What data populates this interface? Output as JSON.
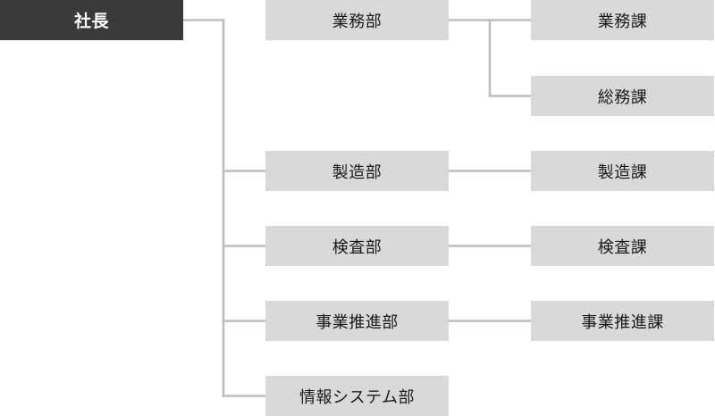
{
  "colors": {
    "root_fill": "#3a3a3a",
    "root_text": "#ffffff",
    "node_fill": "#d9d9d9",
    "node_text": "#1a1a1a",
    "connector": "#bdbdbd"
  },
  "root": {
    "label": "社長"
  },
  "departments": [
    {
      "label": "業務部",
      "sections": [
        "業務課",
        "総務課"
      ]
    },
    {
      "label": "製造部",
      "sections": [
        "製造課"
      ]
    },
    {
      "label": "検査部",
      "sections": [
        "検査課"
      ]
    },
    {
      "label": "事業推進部",
      "sections": [
        "事業推進課"
      ]
    },
    {
      "label": "情報システム部",
      "sections": []
    }
  ]
}
